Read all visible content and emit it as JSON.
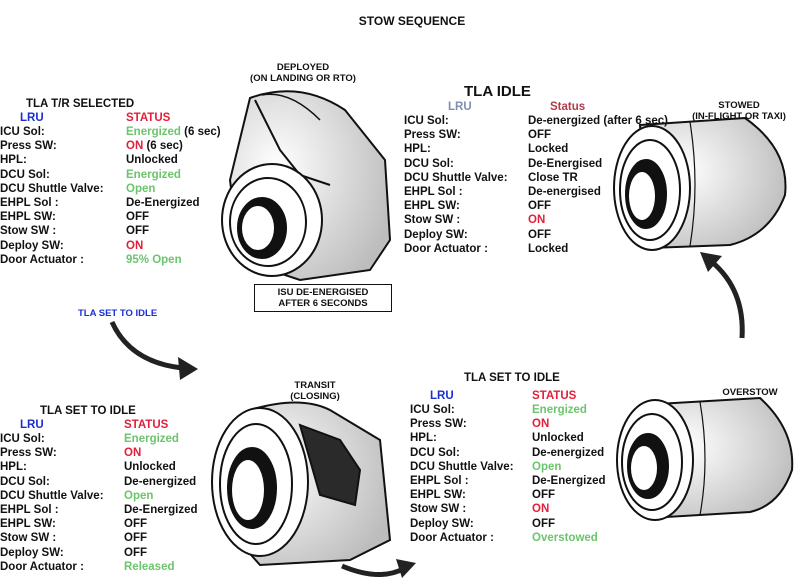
{
  "title": "STOW SEQUENCE",
  "colors": {
    "lru_blue": "#1a2fd0",
    "status_red": "#e0203a",
    "value_green": "#6cc46c",
    "lru_slate": "#7f8fb0",
    "status_maroon": "#b23a4a"
  },
  "captions": {
    "deployed": [
      "DEPLOYED",
      "(ON LANDING OR RTO)"
    ],
    "stowed": [
      "STOWED",
      "(IN-FLIGHT OR TAXI)"
    ],
    "transit": [
      "TRANSIT",
      "(CLOSING)"
    ],
    "overstow": [
      "OVERSTOW"
    ]
  },
  "note_box": [
    "ISU DE-ENERGISED",
    "AFTER 6 SECONDS"
  ],
  "arrow_label": "TLA SET TO IDLE",
  "panels": {
    "tr_selected": {
      "title": "TLA T/R SELECTED",
      "lru_header": "LRU",
      "status_header": "STATUS",
      "rows": [
        {
          "label": "ICU Sol:",
          "value": "Energized",
          "suffix": " (6 sec)",
          "color": "green"
        },
        {
          "label": "Press SW:",
          "value": "ON",
          "suffix": " (6 sec)",
          "color": "red"
        },
        {
          "label": "HPL:",
          "value": "Unlocked",
          "color": "black"
        },
        {
          "label": "DCU Sol:",
          "value": "Energized",
          "color": "green"
        },
        {
          "label": "DCU Shuttle Valve:",
          "value": "Open",
          "color": "green"
        },
        {
          "label": "EHPL Sol :",
          "value": "De-Energized",
          "color": "black"
        },
        {
          "label": "EHPL SW:",
          "value": "OFF",
          "color": "black"
        },
        {
          "label": "Stow SW :",
          "value": "OFF",
          "color": "black"
        },
        {
          "label": "Deploy SW:",
          "value": "ON",
          "color": "red"
        },
        {
          "label": "Door Actuator :",
          "value": "95% Open",
          "color": "green"
        }
      ]
    },
    "tla_idle": {
      "title": "TLA IDLE",
      "lru_header": "LRU",
      "status_header": "Status",
      "rows": [
        {
          "label": "ICU Sol:",
          "value": "De-energized (after 6 sec)",
          "color": "black"
        },
        {
          "label": "Press SW:",
          "value": "OFF",
          "color": "black"
        },
        {
          "label": "HPL:",
          "value": "Locked",
          "color": "black"
        },
        {
          "label": "DCU Sol:",
          "value": "De-Energised",
          "color": "black"
        },
        {
          "label": "DCU Shuttle Valve:",
          "value": "Close TR",
          "color": "black"
        },
        {
          "label": "EHPL Sol :",
          "value": "De-energised",
          "color": "black"
        },
        {
          "label": "EHPL SW:",
          "value": "OFF",
          "color": "black"
        },
        {
          "label": "Stow SW :",
          "value": "ON",
          "color": "red"
        },
        {
          "label": "Deploy SW:",
          "value": "OFF",
          "color": "black"
        },
        {
          "label": "Door Actuator :",
          "value": "Locked",
          "color": "black"
        }
      ]
    },
    "idle_transit": {
      "title": "TLA SET TO IDLE",
      "lru_header": "LRU",
      "status_header": "STATUS",
      "rows": [
        {
          "label": "ICU Sol:",
          "value": "Energized",
          "color": "green"
        },
        {
          "label": "Press SW:",
          "value": "ON",
          "color": "red"
        },
        {
          "label": "HPL:",
          "value": "Unlocked",
          "color": "black"
        },
        {
          "label": "DCU Sol:",
          "value": "De-energized",
          "color": "black"
        },
        {
          "label": "DCU Shuttle Valve:",
          "value": "Open",
          "color": "green"
        },
        {
          "label": "EHPL Sol :",
          "value": "De-Energized",
          "color": "black"
        },
        {
          "label": "EHPL SW:",
          "value": "OFF",
          "color": "black"
        },
        {
          "label": "Stow SW :",
          "value": "OFF",
          "color": "black"
        },
        {
          "label": "Deploy SW:",
          "value": "OFF",
          "color": "black"
        },
        {
          "label": "Door Actuator :",
          "value": "Released",
          "color": "green"
        }
      ]
    },
    "idle_overstow": {
      "title": "TLA SET TO IDLE",
      "lru_header": "LRU",
      "status_header": "STATUS",
      "rows": [
        {
          "label": "ICU Sol:",
          "value": "Energized",
          "color": "green"
        },
        {
          "label": "Press SW:",
          "value": "ON",
          "color": "red"
        },
        {
          "label": "HPL:",
          "value": "Unlocked",
          "color": "black"
        },
        {
          "label": "DCU Sol:",
          "value": "De-energized",
          "color": "black"
        },
        {
          "label": "DCU Shuttle Valve:",
          "value": "Open",
          "color": "green"
        },
        {
          "label": "EHPL Sol :",
          "value": "De-Energized",
          "color": "black"
        },
        {
          "label": "EHPL SW:",
          "value": "OFF",
          "color": "black"
        },
        {
          "label": "Stow SW :",
          "value": "ON",
          "color": "red"
        },
        {
          "label": "Deploy SW:",
          "value": "OFF",
          "color": "black"
        },
        {
          "label": "Door Actuator :",
          "value": "Overstowed",
          "color": "green"
        }
      ]
    }
  }
}
